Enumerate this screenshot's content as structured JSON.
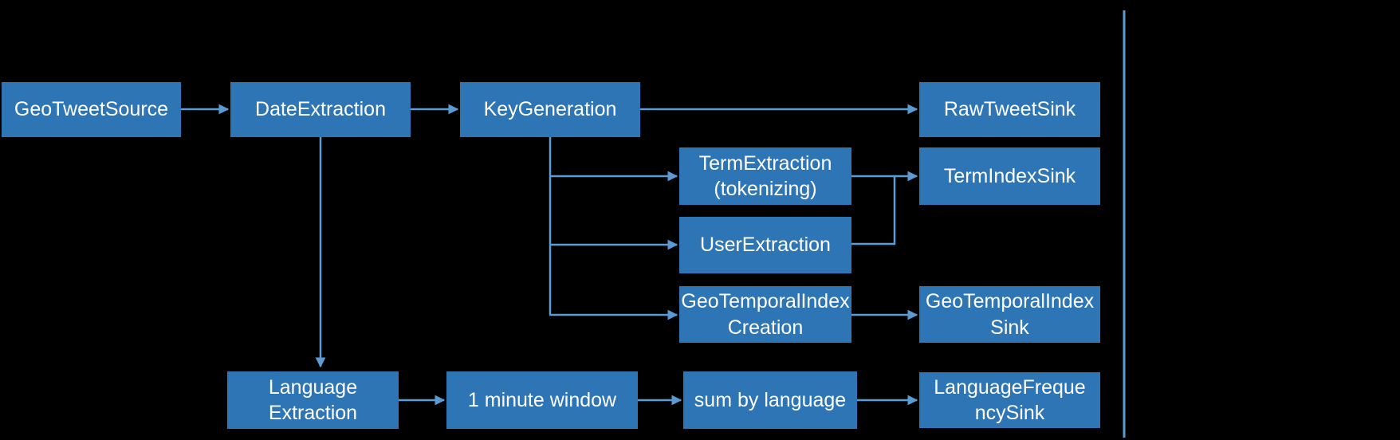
{
  "diagram": {
    "background_color": "#000000",
    "node_fill_color": "#2E75B6",
    "node_text_color": "#FFFFFF",
    "connector_color": "#5B9BD5",
    "nodes": {
      "geo_tweet_source": {
        "label": "GeoTweetSource"
      },
      "date_extraction": {
        "label": "DateExtraction"
      },
      "key_generation": {
        "label": "KeyGeneration"
      },
      "raw_tweet_sink": {
        "label": "RawTweetSink"
      },
      "term_extraction": {
        "label": "TermExtraction\n(tokenizing)"
      },
      "term_index_sink": {
        "label": "TermIndexSink"
      },
      "user_extraction": {
        "label": "UserExtraction"
      },
      "geo_temporal_index_creation": {
        "label": "GeoTemporalIndex\nCreation"
      },
      "geo_temporal_index_sink": {
        "label": "GeoTemporalIndex\nSink"
      },
      "language_extraction": {
        "label": "Language\nExtraction"
      },
      "one_minute_window": {
        "label": "1 minute window"
      },
      "sum_by_language": {
        "label": "sum by language"
      },
      "language_frequency_sink": {
        "label": "LanguageFreque\nncySink"
      }
    },
    "edges": [
      {
        "from": "GeoTweetSource",
        "to": "DateExtraction"
      },
      {
        "from": "DateExtraction",
        "to": "KeyGeneration"
      },
      {
        "from": "DateExtraction",
        "to": "Language Extraction"
      },
      {
        "from": "KeyGeneration",
        "to": "RawTweetSink"
      },
      {
        "from": "KeyGeneration",
        "to": "TermExtraction (tokenizing)"
      },
      {
        "from": "KeyGeneration",
        "to": "UserExtraction"
      },
      {
        "from": "KeyGeneration",
        "to": "GeoTemporalIndexCreation"
      },
      {
        "from": "TermExtraction (tokenizing)",
        "to": "TermIndexSink"
      },
      {
        "from": "UserExtraction",
        "to": "TermIndexSink"
      },
      {
        "from": "GeoTemporalIndexCreation",
        "to": "GeoTemporalIndexSink"
      },
      {
        "from": "Language Extraction",
        "to": "1 minute window"
      },
      {
        "from": "1 minute window",
        "to": "sum by language"
      },
      {
        "from": "sum by language",
        "to": "LanguageFrequencySink"
      }
    ]
  }
}
